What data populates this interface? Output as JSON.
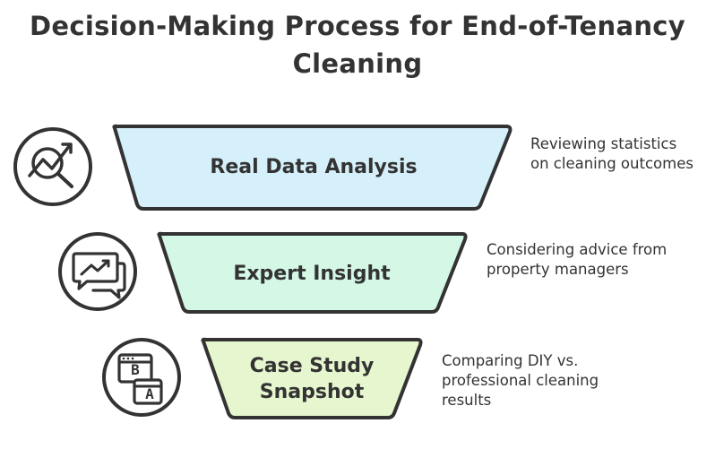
{
  "title": {
    "line1": "Decision-Making Process for End-of-Tenancy",
    "line2": "Cleaning"
  },
  "colors": {
    "stroke": "#333333",
    "stage1_fill": "#d5f0fb",
    "stage2_fill": "#d4f7e6",
    "stage3_fill": "#e6f7cf"
  },
  "stages": [
    {
      "label_lines": [
        "Real Data Analysis"
      ],
      "description_lines": [
        "Reviewing statistics",
        "on cleaning outcomes"
      ],
      "icon": "chart-magnifier-icon"
    },
    {
      "label_lines": [
        "Expert Insight"
      ],
      "description_lines": [
        "Considering advice from",
        "property managers"
      ],
      "icon": "chat-chart-icon"
    },
    {
      "label_lines": [
        "Case Study",
        "Snapshot"
      ],
      "description_lines": [
        "Comparing DIY vs.",
        "professional cleaning",
        "results"
      ],
      "icon": "ab-compare-icon",
      "icon_letters": [
        "B",
        "A"
      ]
    }
  ]
}
